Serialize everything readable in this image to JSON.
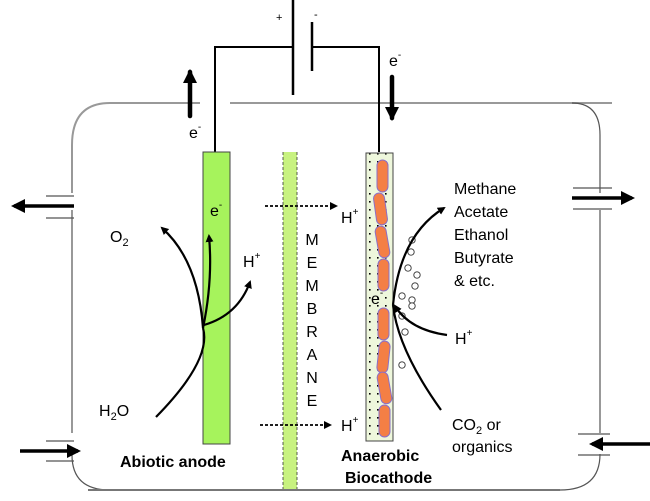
{
  "diagram": {
    "title": "Microbial electrosynthesis cell",
    "battery": {
      "plus": "+",
      "minus": "-"
    },
    "electron": {
      "base": "e",
      "sup": "-"
    },
    "proton": {
      "base": "H",
      "sup": "+"
    },
    "anode": {
      "label": "Abiotic anode",
      "oxygen": {
        "base": "O",
        "sub": "2"
      },
      "water": {
        "base": "H",
        "sub": "2",
        "tail": "O"
      },
      "color": "#a6f35c"
    },
    "membrane": {
      "letters": [
        "M",
        "E",
        "M",
        "B",
        "R",
        "A",
        "N",
        "E"
      ],
      "color": "#c8f280"
    },
    "cathode": {
      "label_line1": "Anaerobic",
      "label_line2": "Biocathode",
      "color": "#eef7dc",
      "cell_color": "#f47f45",
      "products": [
        "Methane",
        "Acetate",
        "Ethanol",
        "Butyrate",
        "& etc."
      ],
      "substrate": {
        "base": "CO",
        "sub": "2",
        "tail": " or",
        "line2": "organics"
      }
    }
  }
}
